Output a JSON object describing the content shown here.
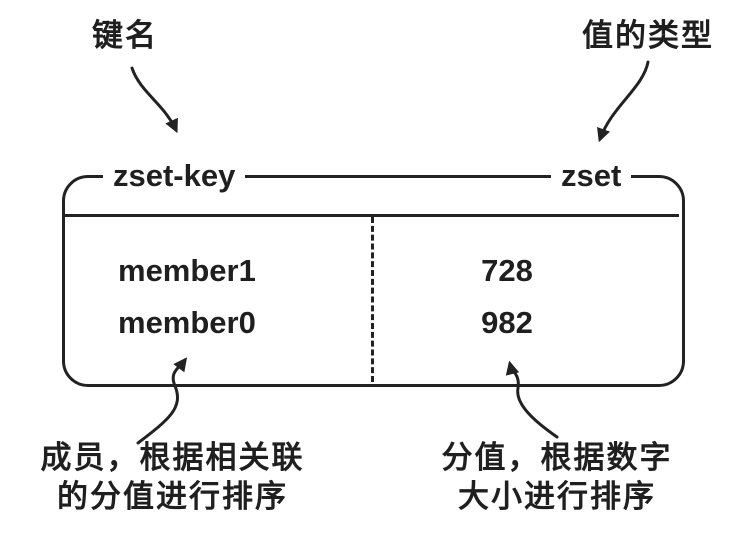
{
  "labels": {
    "key_name": "键名",
    "value_type": "值的类型"
  },
  "box": {
    "key": "zset-key",
    "type": "zset",
    "rows": [
      {
        "member": "member1",
        "score": "728"
      },
      {
        "member": "member0",
        "score": "982"
      }
    ]
  },
  "notes": {
    "member_line1": "成员，根据相关联",
    "member_line2": "的分值进行排序",
    "score_line1": "分值，根据数字",
    "score_line2": "大小进行排序"
  },
  "colors": {
    "ink": "#222222",
    "background": "#ffffff"
  }
}
